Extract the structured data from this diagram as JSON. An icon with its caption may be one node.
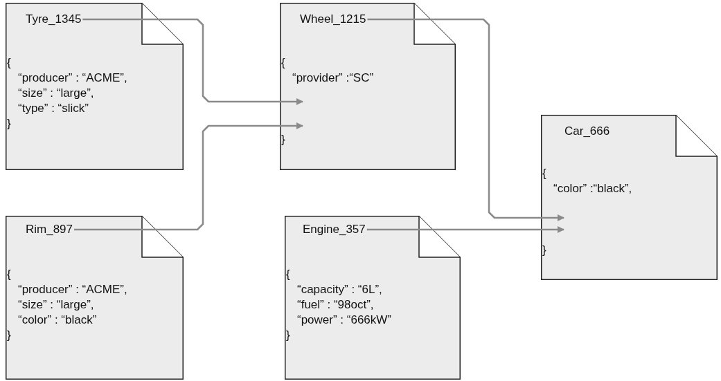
{
  "diagram": {
    "nodes": [
      {
        "text": [
          "Tyre_1345",
          "{",
          "“producer” :  “ACME”,",
          "“size” : “large”,",
          "“type” : “slick”",
          "}"
        ]
      },
      {
        "text": [
          "Wheel_1215",
          "{",
          "“provider” :“SC”",
          "}"
        ]
      },
      {
        "text": [
          "Car_666",
          "{",
          "“color” :“black”,",
          "}"
        ]
      },
      {
        "text": [
          "Rim_897",
          "{",
          "“producer” : “ACME”,",
          "“size” : “large”,",
          "“color” : “black”",
          "}"
        ]
      },
      {
        "text": [
          "Engine_357",
          "{",
          "“capacity” : “6L”,",
          "“fuel” : “98oct”,",
          "“power” : “666kW”",
          "}"
        ]
      }
    ],
    "edges": [
      {
        "from": 0,
        "to": 1,
        "arrow": "to"
      },
      {
        "from": 3,
        "to": 1,
        "arrow": "to"
      },
      {
        "from": 1,
        "to": 2,
        "arrow": "to"
      },
      {
        "from": 4,
        "to": 2,
        "arrow": "to"
      }
    ]
  }
}
